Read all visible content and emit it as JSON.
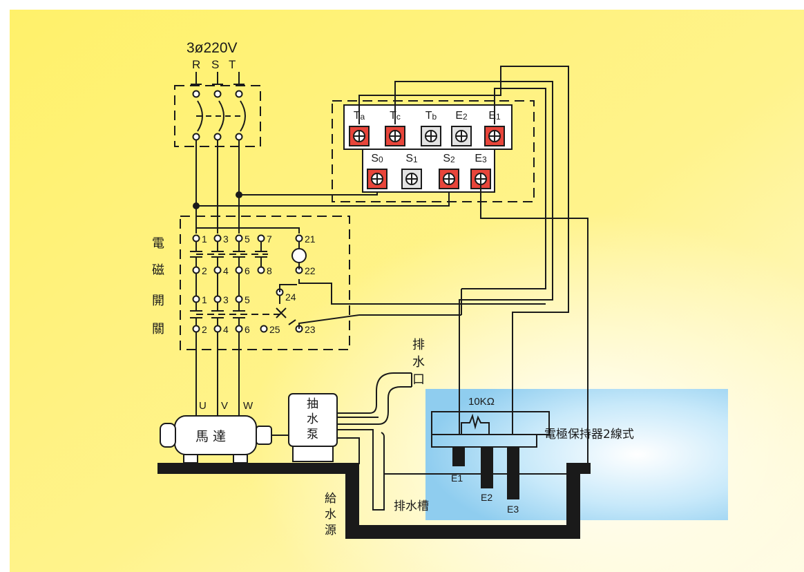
{
  "power": {
    "title": "3ø220V",
    "phases": [
      "R",
      "S",
      "T"
    ]
  },
  "controller": {
    "top_terminals": [
      "Ta",
      "Tc",
      "Tb",
      "E2",
      "E1"
    ],
    "bottom_terminals": [
      "S0",
      "S1",
      "S2",
      "E3"
    ],
    "top_used": [
      true,
      true,
      false,
      false,
      true
    ],
    "bottom_used": [
      true,
      false,
      true,
      true
    ]
  },
  "contactor": {
    "label_chars": [
      "電",
      "磁",
      "開",
      "關"
    ],
    "upper_top_terminals": [
      "1",
      "3",
      "5",
      "7",
      "21"
    ],
    "upper_bottom_terminals": [
      "2",
      "4",
      "6",
      "8",
      "22"
    ],
    "lower_top_terminals": [
      "1",
      "3",
      "5",
      "24"
    ],
    "lower_bottom_terminals": [
      "2",
      "4",
      "6",
      "25",
      "23"
    ]
  },
  "motor": {
    "label": "馬 達",
    "terminals": [
      "U",
      "V",
      "W"
    ]
  },
  "pump": {
    "label_chars": [
      "抽",
      "水",
      "泵"
    ]
  },
  "outlet": {
    "label_chars": [
      "排",
      "水",
      "口"
    ]
  },
  "trough": {
    "label": "排水槽"
  },
  "supply": {
    "label_chars": [
      "給",
      "水",
      "源"
    ]
  },
  "holder": {
    "resistor": "10KΩ",
    "label": "電極保持器2線式"
  },
  "electrodes": [
    "E1",
    "E2",
    "E3"
  ],
  "colors": {
    "terminal_red": "#e8453a",
    "terminal_gray": "#e4e4e4",
    "background_yellow": "#fff36e",
    "tank_blue": "#a6d8f2"
  }
}
